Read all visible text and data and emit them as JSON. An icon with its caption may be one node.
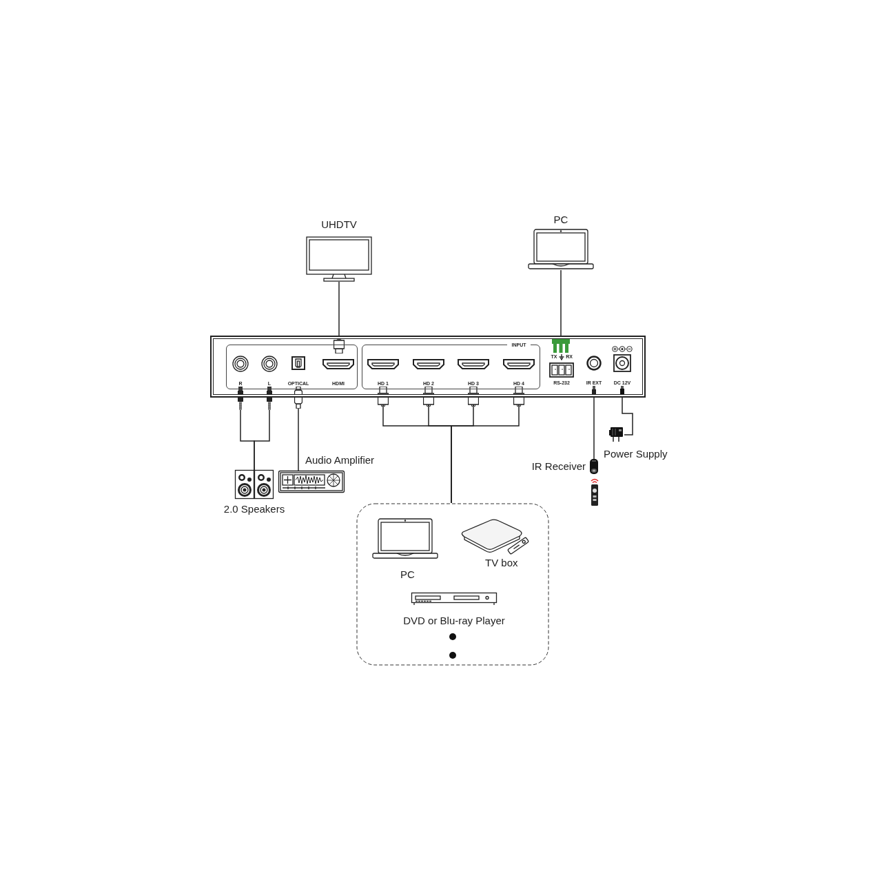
{
  "diagram": {
    "nodes": [
      {
        "text": [],
        "shape": "picture",
        "beside": [
          "UHDTV"
        ]
      },
      {
        "text": [],
        "shape": "picture",
        "beside": [
          "PC"
        ]
      },
      {
        "text": [],
        "shape": "box"
      },
      {
        "text": [],
        "shape": "box",
        "in": 2
      },
      {
        "text": [
          "R"
        ],
        "in": 3
      },
      {
        "text": [
          "L"
        ],
        "in": 3
      },
      {
        "text": [
          "OPTICAL"
        ],
        "in": 3
      },
      {
        "text": [
          "HDMI"
        ],
        "in": 3
      },
      {
        "text": [
          "INPUT"
        ],
        "in": 2
      },
      {
        "text": [
          "HD 1"
        ],
        "in": 8
      },
      {
        "text": [
          "HD 2"
        ],
        "in": 8
      },
      {
        "text": [
          "HD 3"
        ],
        "in": 8
      },
      {
        "text": [
          "HD 4"
        ],
        "in": 8
      },
      {
        "text": [
          "TX",
          "RX",
          "RS-232"
        ],
        "in": 2
      },
      {
        "text": [
          "IR EXT"
        ],
        "in": 2
      },
      {
        "text": [
          "DC 12V"
        ],
        "in": 2
      },
      {
        "text": [],
        "shape": "picture",
        "beside": [
          "2.0 Speakers"
        ]
      },
      {
        "text": [],
        "shape": "picture",
        "beside": [
          "Audio Amplifier"
        ]
      },
      {
        "text": [],
        "shape": "picture",
        "beside": [
          "Power Supply"
        ]
      },
      {
        "text": [],
        "shape": "picture",
        "beside": [
          "IR Receiver"
        ]
      },
      {
        "text": [],
        "shape": "box"
      },
      {
        "text": [],
        "shape": "picture",
        "beside": [
          "PC"
        ],
        "in": 20
      },
      {
        "text": [],
        "shape": "picture",
        "beside": [
          "TV box"
        ],
        "in": 20
      },
      {
        "text": [],
        "shape": "picture",
        "beside": [
          "DVD or Blu-ray Player"
        ],
        "in": 20
      }
    ],
    "edges": [
      {
        "from": 0,
        "to": 7,
        "arrow": "other"
      },
      {
        "from": 1,
        "to": 13,
        "arrow": "other"
      },
      {
        "from": 16,
        "to": 4,
        "arrow": "other"
      },
      {
        "from": 16,
        "to": 5,
        "arrow": "other"
      },
      {
        "from": 17,
        "to": 6,
        "arrow": "other"
      },
      {
        "from": 20,
        "to": 9,
        "arrow": "other"
      },
      {
        "from": 20,
        "to": 10,
        "arrow": "other"
      },
      {
        "from": 20,
        "to": 11,
        "arrow": "other"
      },
      {
        "from": 20,
        "to": 12,
        "arrow": "other"
      },
      {
        "from": 19,
        "to": 14,
        "arrow": "other"
      },
      {
        "from": 18,
        "to": 15,
        "arrow": "other"
      }
    ]
  }
}
